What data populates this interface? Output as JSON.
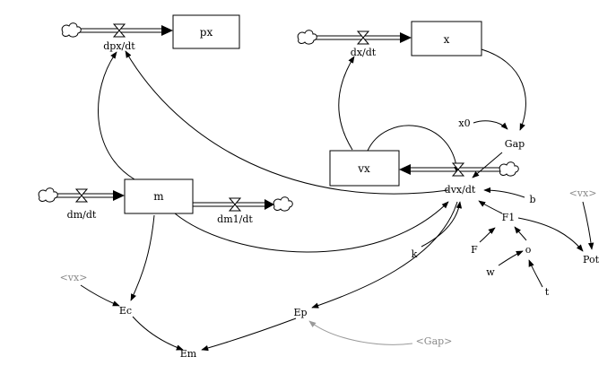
{
  "stocks": {
    "px": "px",
    "x": "x",
    "vx": "vx",
    "m": "m"
  },
  "flows": {
    "dpx_dt": "dpx/dt",
    "dx_dt": "dx/dt",
    "dvx_dt": "dvx/dt",
    "dm_dt": "dm/dt",
    "dm1_dt": "dm1/dt"
  },
  "variables": {
    "x0": "x0",
    "gap": "Gap",
    "b": "b",
    "f1": "F1",
    "f": "F",
    "o": "o",
    "w": "w",
    "t": "t",
    "pot": "Pot",
    "k": "k",
    "ec": "Ec",
    "ep": "Ep",
    "em": "Em"
  },
  "shadow_variables": {
    "vx_top": "<vx>",
    "vx_left": "<vx>",
    "gap_bottom": "<Gap>"
  },
  "colors": {
    "line": "#000000",
    "shadow_text": "#8a8a8a",
    "shadow_link": "#9a9a9a",
    "background": "#ffffff"
  },
  "icons": {
    "source_sink": "cloud-icon",
    "flow_valve": "valve-icon"
  }
}
